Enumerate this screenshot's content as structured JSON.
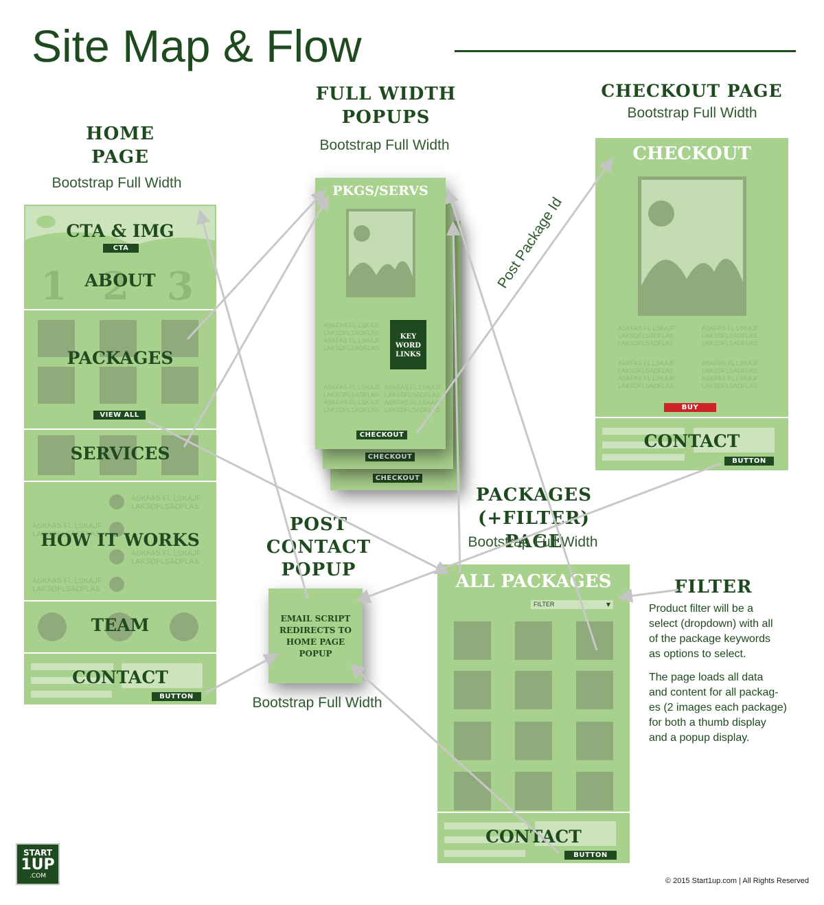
{
  "title": "Site Map & Flow",
  "home": {
    "heading_line1": "HOME",
    "heading_line2": "PAGE",
    "subtitle": "Bootstrap Full Width",
    "sections": {
      "cta": "CTA & IMG",
      "cta_button": "CTA",
      "about": "ABOUT",
      "about_digits": [
        "1",
        "2",
        "3"
      ],
      "packages": "PACKAGES",
      "view_all": "VIEW ALL",
      "services": "SERVICES",
      "how_it_works": "HOW IT WORKS",
      "team": "TEAM",
      "contact": "CONTACT",
      "button": "BUTTON"
    },
    "filler_line1": "ASKFAS FL LSKAJF",
    "filler_line2": "LAKSDFLSADFLAS"
  },
  "popups": {
    "heading_line1": "FULL WIDTH",
    "heading_line2": "POPUPS",
    "subtitle": "Bootstrap Full Width",
    "title": "PKGS/SERVS",
    "keyword_links": [
      "KEY",
      "WORD",
      "LINKS"
    ],
    "checkout": "CHECKOUT",
    "filler_line1": "ASKFAS FL LSKAJF",
    "filler_line2": "LAKSDFLSADFLAS"
  },
  "checkout_page": {
    "heading": "CHECKOUT PAGE",
    "subtitle": "Bootstrap Full Width",
    "title": "CHECKOUT",
    "buy": "BUY",
    "contact": "CONTACT",
    "button": "BUTTON",
    "filler_line1": "ASKFAS FL LSKAJF",
    "filler_line2": "LAKSDFLSADFLAS"
  },
  "post_package_id": "Post Package Id",
  "post_contact": {
    "heading_line1": "POST",
    "heading_line2": "CONTACT",
    "heading_line3": "POPUP",
    "body_line1": "EMAIL SCRIPT",
    "body_line2": "REDIRECTS TO",
    "body_line3": "HOME PAGE",
    "body_line4": "POPUP",
    "subtitle": "Bootstrap Full Width"
  },
  "packages_page": {
    "heading_line1": "PACKAGES",
    "heading_line2": "(+FILTER) PAGE",
    "subtitle": "Bootstrap Full Width",
    "title": "ALL PACKAGES",
    "filter_select": "FILTER",
    "contact": "CONTACT",
    "button": "BUTTON"
  },
  "filter_note": {
    "heading": "FILTER",
    "para1_lines": [
      "Product filter will be a",
      "select (dropdown) with all",
      "of the package keywords",
      "as options to select."
    ],
    "para2_lines": [
      "The page loads all data",
      "and content for all packag-",
      "es (2 images each package)",
      "for both a thumb display",
      "and a popup display."
    ]
  },
  "logo": {
    "line1": "START",
    "line2": "1UP",
    "line3": ".COM"
  },
  "copyright": "© 2015 Start1up.com | All Rights Reserved",
  "colors": {
    "panel_green": "#a9d18e",
    "dark_green": "#1f4a1f",
    "image_gray": "#8fab7c",
    "buy_red": "#cc2229"
  }
}
